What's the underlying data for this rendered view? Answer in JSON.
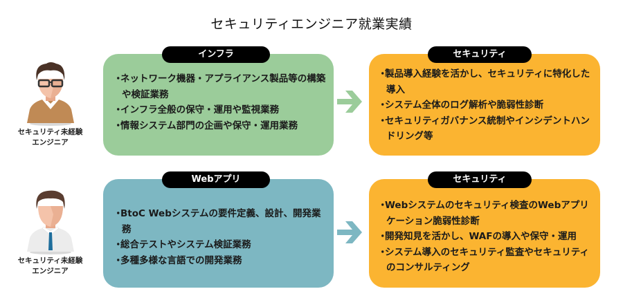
{
  "title": "セキュリティエンジニア就業実績",
  "colors": {
    "infra_box": "#9bcc9a",
    "web_box": "#7db7c2",
    "security_box": "#fbb431",
    "label_bg": "#000000",
    "label_text": "#ffffff"
  },
  "rows": [
    {
      "person": {
        "icon": "engineer-with-glasses-icon",
        "caption_line1": "セキュリティ未経験",
        "caption_line2": "エンジニア"
      },
      "from": {
        "label": "インフラ",
        "items": [
          "ネットワーク機器・アプライアンス製品等の構築や検証業務",
          "インフラ全般の保守・運用や監視業務",
          "情報システム部門の企画や保守・運用業務"
        ]
      },
      "arrow": "right-arrow-icon",
      "to": {
        "label": "セキュリティ",
        "items": [
          "製品導入経験を活かし、セキュリティに特化した導入",
          "システム全体のログ解析や脆弱性診断",
          "セキュリティガバナンス統制やインシデントハンドリング等"
        ]
      }
    },
    {
      "person": {
        "icon": "engineer-with-tie-icon",
        "caption_line1": "セキュリティ未経験",
        "caption_line2": "エンジニア"
      },
      "from": {
        "label": "Webアプリ",
        "items": [
          "BtoC Webシステムの要件定義、設計、開発業務",
          "総合テストやシステム検証業務",
          "多種多様な言語での開発業務"
        ]
      },
      "arrow": "right-arrow-icon",
      "to": {
        "label": "セキュリティ",
        "items": [
          "Webシステムのセキュリティ検査のWebアプリケーション脆弱性診断",
          "開発知見を活かし、WAFの導入や保守・運用",
          "システム導入のセキュリティ監査やセキュリティのコンサルティング"
        ]
      }
    }
  ]
}
